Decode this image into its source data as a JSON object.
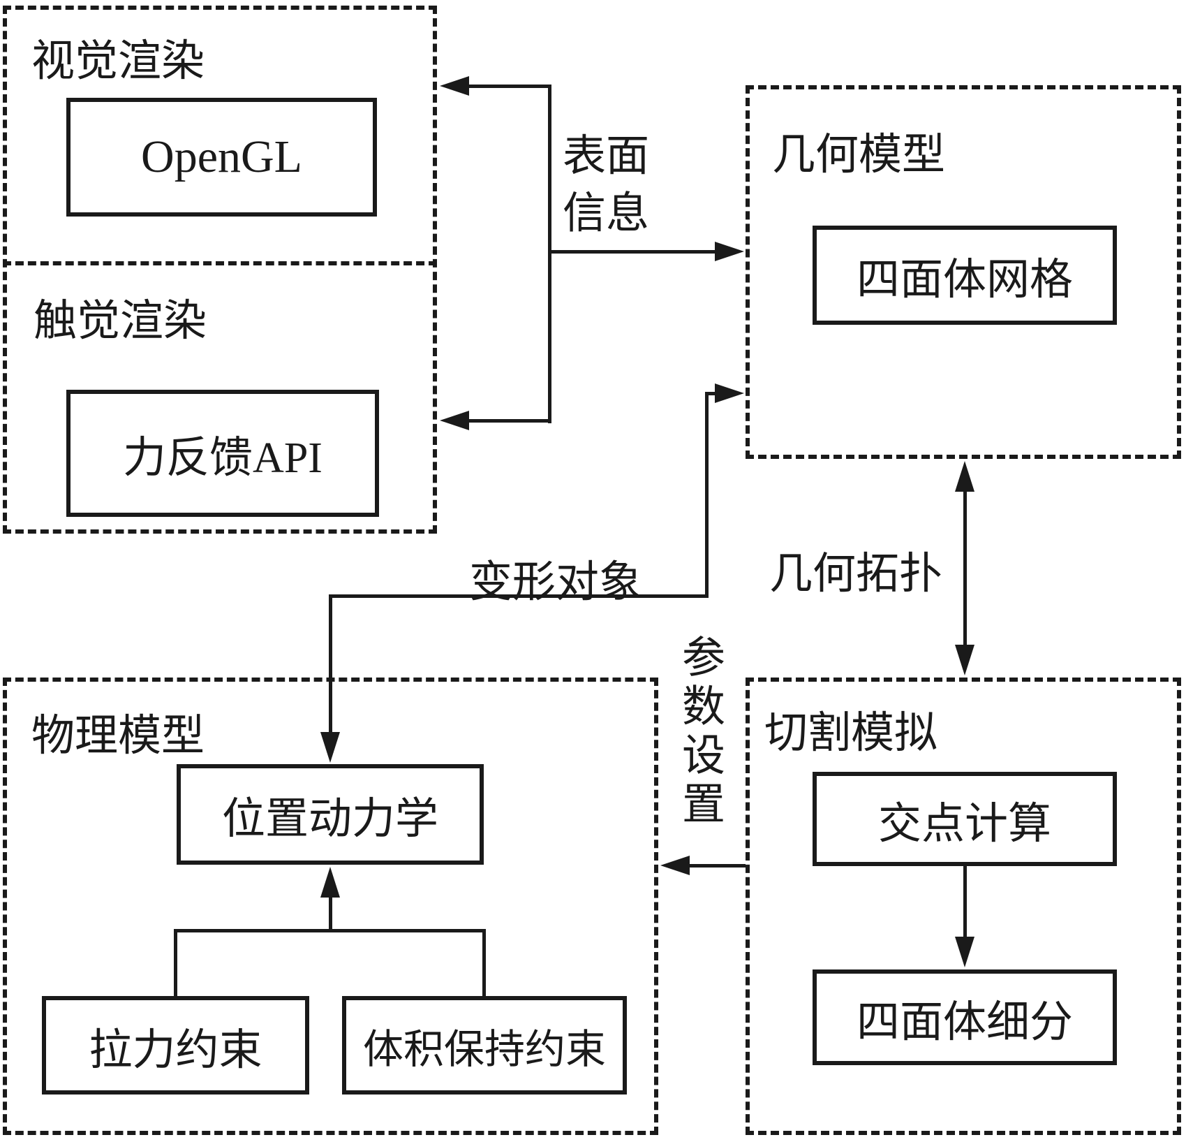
{
  "diagram": {
    "visual_rendering": {
      "title": "视觉渲染",
      "module": "OpenGL"
    },
    "haptic_rendering": {
      "title": "触觉渲染",
      "module": "力反馈API"
    },
    "geometric_model": {
      "title": "几何模型",
      "module": "四面体网格"
    },
    "physical_model": {
      "title": "物理模型",
      "dynamics": "位置动力学",
      "tension_constraint": "拉力约束",
      "volume_constraint": "体积保持约束"
    },
    "cutting_simulation": {
      "title": "切割模拟",
      "intersection": "交点计算",
      "subdivision": "四面体细分"
    },
    "edge_labels": {
      "surface_info": "表面信息",
      "deform_object": "变形对象",
      "geometry_topology": "几何拓扑",
      "parameter_setting": "参数设置"
    },
    "colors": {
      "stroke": "#1a1a1a",
      "background": "#ffffff"
    }
  }
}
